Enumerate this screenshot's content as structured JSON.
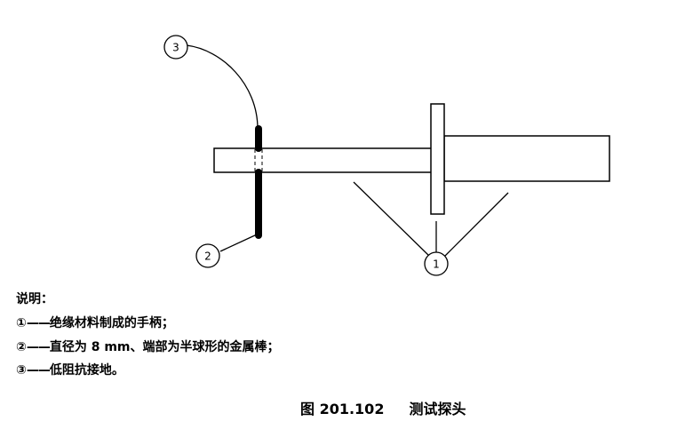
{
  "markers": {
    "m1": "1",
    "m2": "2",
    "m3": "3"
  },
  "legend": {
    "title": "说明：",
    "dash": "——",
    "items": [
      {
        "mark": "①",
        "text": "绝缘材料制成的手柄；"
      },
      {
        "mark": "②",
        "text": "直径为 8 mm、端部为半球形的金属棒；"
      },
      {
        "mark": "③",
        "text": "低阻抗接地。"
      }
    ]
  },
  "caption": {
    "number": "图 201.102",
    "title": "测试探头"
  }
}
